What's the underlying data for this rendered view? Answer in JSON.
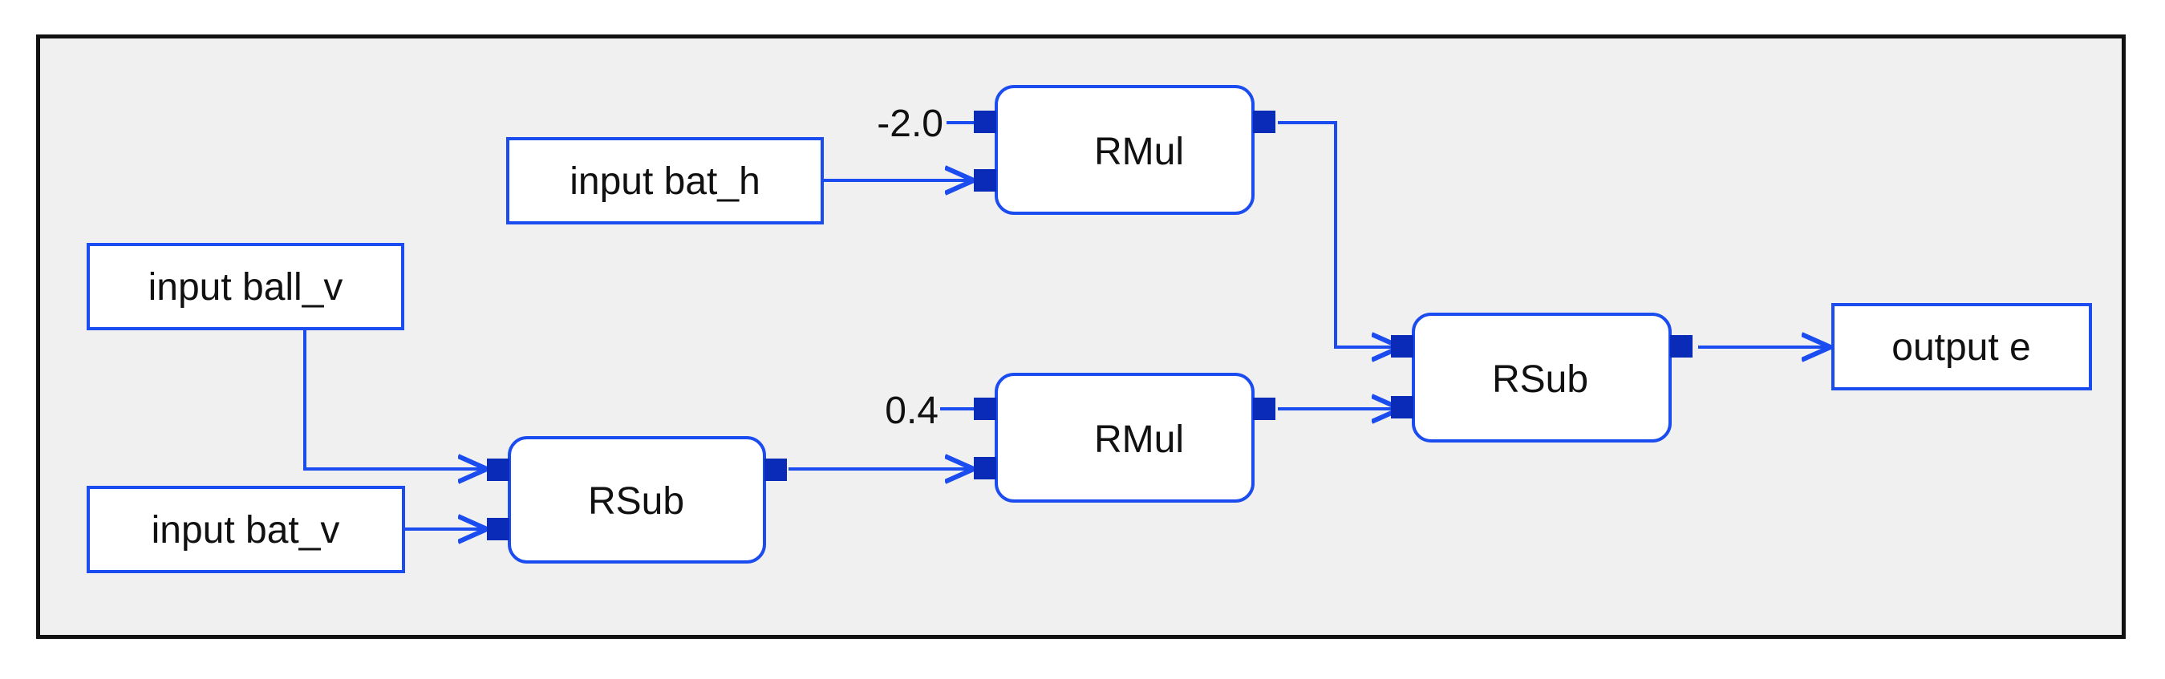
{
  "colors": {
    "accent": "#1a4cf0",
    "port": "#0a2ab8",
    "canvas": "#f0f0f0"
  },
  "nodes": {
    "input_bat_h": "input bat_h",
    "input_ball_v": "input ball_v",
    "input_bat_v": "input bat_v",
    "rmul_top": "RMul",
    "rmul_bottom": "RMul",
    "rsub_left": "RSub",
    "rsub_right": "RSub",
    "output_e": "output e"
  },
  "constants": {
    "neg_two": "-2.0",
    "zero_four": "0.4"
  }
}
